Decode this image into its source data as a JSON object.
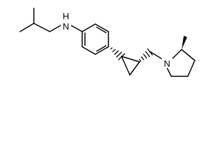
{
  "molecule": {
    "atoms": {
      "nitrogen_amine": {
        "element": "N"
      },
      "hydrogen_amine": {
        "element": "H"
      },
      "nitrogen_pyrrolidine": {
        "element": "N"
      }
    },
    "colors": {
      "bond": "#000000",
      "label": "#000000",
      "background": "#ffffff"
    }
  }
}
